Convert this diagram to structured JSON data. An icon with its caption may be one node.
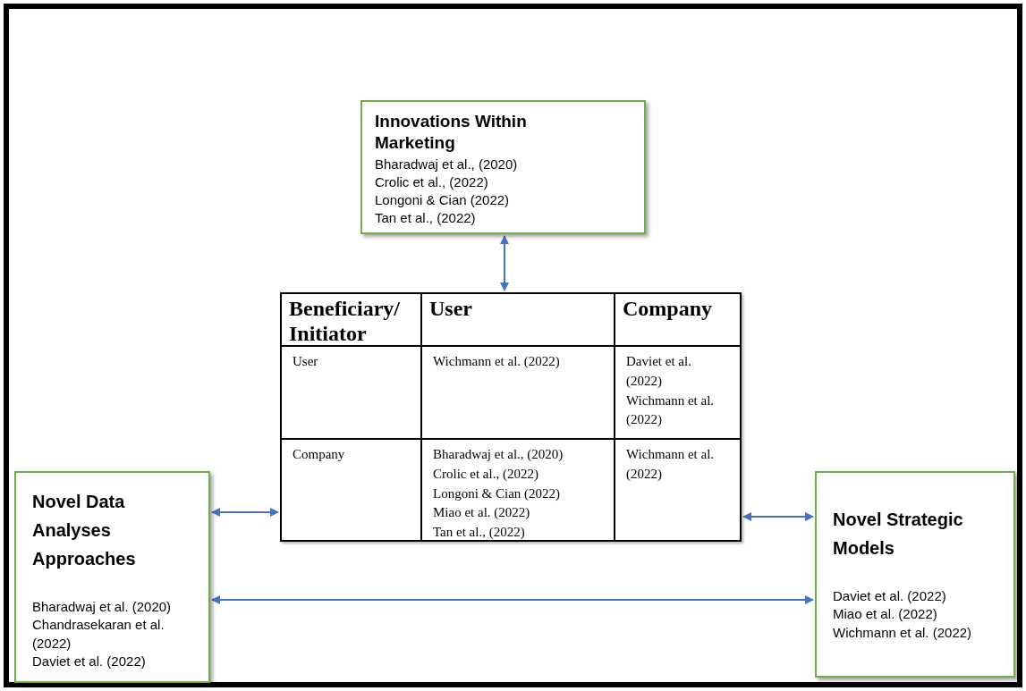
{
  "diagram": {
    "nodes": [
      {
        "text": [
          "Innovations Within Marketing",
          "Bharadwaj et al., (2020)",
          "Crolic et al., (2022)",
          "Longoni & Cian (2022)",
          "Tan et al., (2022)"
        ]
      },
      {
        "text": [],
        "shape": "box"
      },
      {
        "text": [
          "Novel Data Analyses Approaches",
          "Bharadwaj et al. (2020)",
          "Chandrasekaran et al. (2022)",
          "Daviet et al. (2022)"
        ]
      },
      {
        "text": [
          "Novel Strategic Models",
          "Daviet et al. (2022)",
          "Miao et al. (2022)",
          "Wichmann et al. (2022)"
        ]
      }
    ],
    "edges": [
      {
        "from": 0,
        "to": 1,
        "arrow": "both"
      },
      {
        "from": 2,
        "to": 1,
        "arrow": "both"
      },
      {
        "from": 1,
        "to": 3,
        "arrow": "both"
      },
      {
        "from": 2,
        "to": 3,
        "arrow": "both"
      }
    ],
    "labels": [
      "Beneficiary/ Initiator",
      "User",
      "Company",
      "User",
      "Wichmann et al. (2022)",
      "Daviet et al. (2022)",
      "Wichmann et al. (2022)",
      "Company",
      "Bharadwaj et al., (2020)",
      "Crolic et al., (2022)",
      "Longoni & Cian (2022)",
      "Miao et al. (2022)",
      "Tan et al., (2022)",
      "Wichmann et al. (2022)"
    ]
  }
}
